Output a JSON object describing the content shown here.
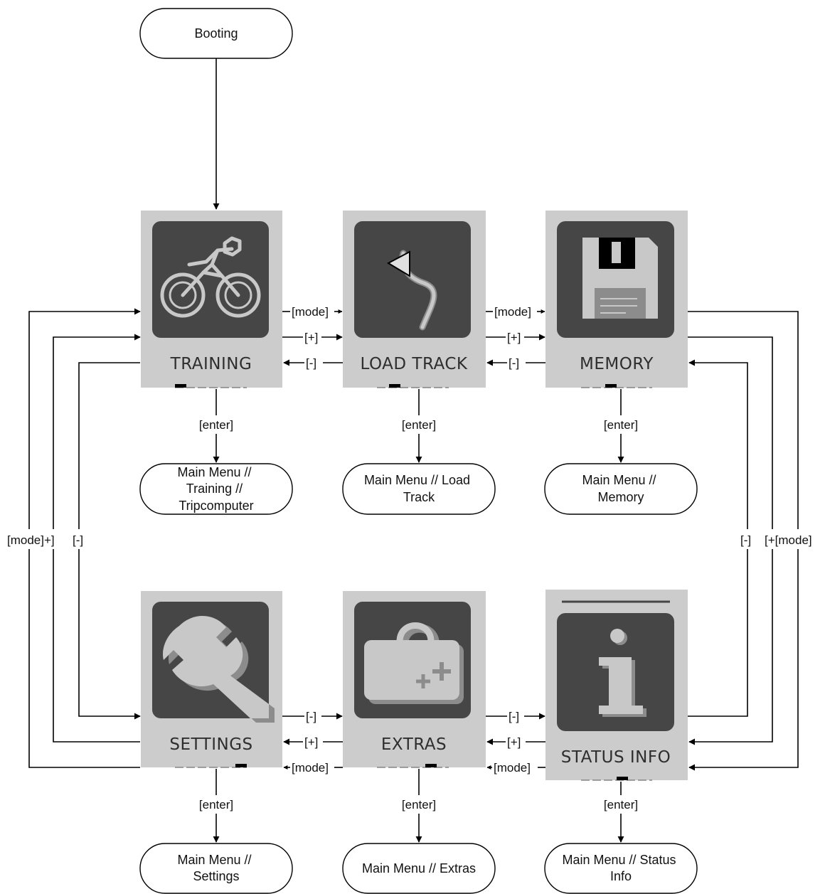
{
  "start": {
    "label": "Booting"
  },
  "menu_tiles": [
    {
      "label": "TRAINING",
      "icon": "bicycle-icon"
    },
    {
      "label": "LOAD TRACK",
      "icon": "track-arrow-icon"
    },
    {
      "label": "MEMORY",
      "icon": "floppy-disk-icon"
    },
    {
      "label": "SETTINGS",
      "icon": "wrench-icon"
    },
    {
      "label": "EXTRAS",
      "icon": "toolbox-icon"
    },
    {
      "label": "STATUS INFO",
      "icon": "info-icon"
    }
  ],
  "submenus": [
    {
      "lines": [
        "Main Menu //",
        "Training //",
        "Tripcomputer"
      ]
    },
    {
      "lines": [
        "Main Menu // Load",
        "Track"
      ]
    },
    {
      "lines": [
        "Main Menu //",
        "Memory"
      ]
    },
    {
      "lines": [
        "Main Menu //",
        "Settings"
      ]
    },
    {
      "lines": [
        "Main Menu // Extras"
      ]
    },
    {
      "lines": [
        "Main Menu // Status",
        "Info"
      ]
    }
  ],
  "edge_labels": {
    "mode": "[mode]",
    "plus": "[+]",
    "minus": "[-]",
    "enter": "[enter]",
    "mode_plus": "[mode]+]",
    "plus_mode": "[+[mode]"
  },
  "colors": {
    "tile_bg": "#cccccc",
    "icon_bg": "#464646",
    "icon_fg": "#c8c8c8",
    "icon_shadow": "#8c8c8c"
  }
}
